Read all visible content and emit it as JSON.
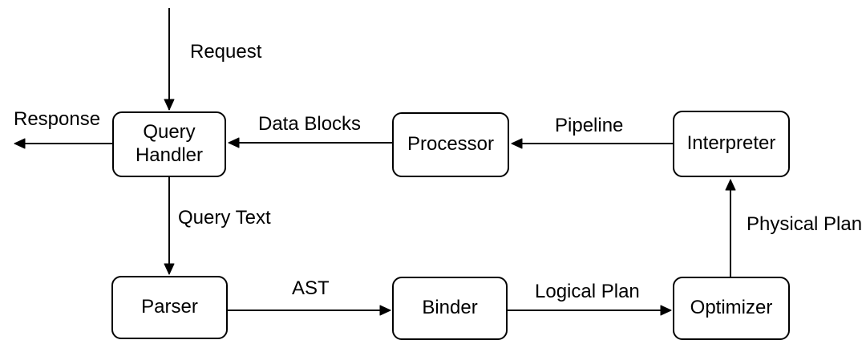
{
  "diagram": {
    "description": "Query execution flow diagram",
    "colors": {
      "background": "#ffffff",
      "stroke": "#000000",
      "text": "#000000",
      "node_fill": "#ffffff"
    }
  },
  "nodes": [
    {
      "id": "query-handler",
      "label": "Query Handler"
    },
    {
      "id": "processor",
      "label": "Processor"
    },
    {
      "id": "interpreter",
      "label": "Interpreter"
    },
    {
      "id": "parser",
      "label": "Parser"
    },
    {
      "id": "binder",
      "label": "Binder"
    },
    {
      "id": "optimizer",
      "label": "Optimizer"
    }
  ],
  "edges": [
    {
      "label": "Request",
      "from": "external",
      "to": "query-handler"
    },
    {
      "label": "Response",
      "from": "query-handler",
      "to": "external"
    },
    {
      "label": "Data Blocks",
      "from": "processor",
      "to": "query-handler"
    },
    {
      "label": "Pipeline",
      "from": "interpreter",
      "to": "processor"
    },
    {
      "label": "Query Text",
      "from": "query-handler",
      "to": "parser"
    },
    {
      "label": "AST",
      "from": "parser",
      "to": "binder"
    },
    {
      "label": "Logical Plan",
      "from": "binder",
      "to": "optimizer"
    },
    {
      "label": "Physical Plan",
      "from": "optimizer",
      "to": "interpreter"
    }
  ]
}
